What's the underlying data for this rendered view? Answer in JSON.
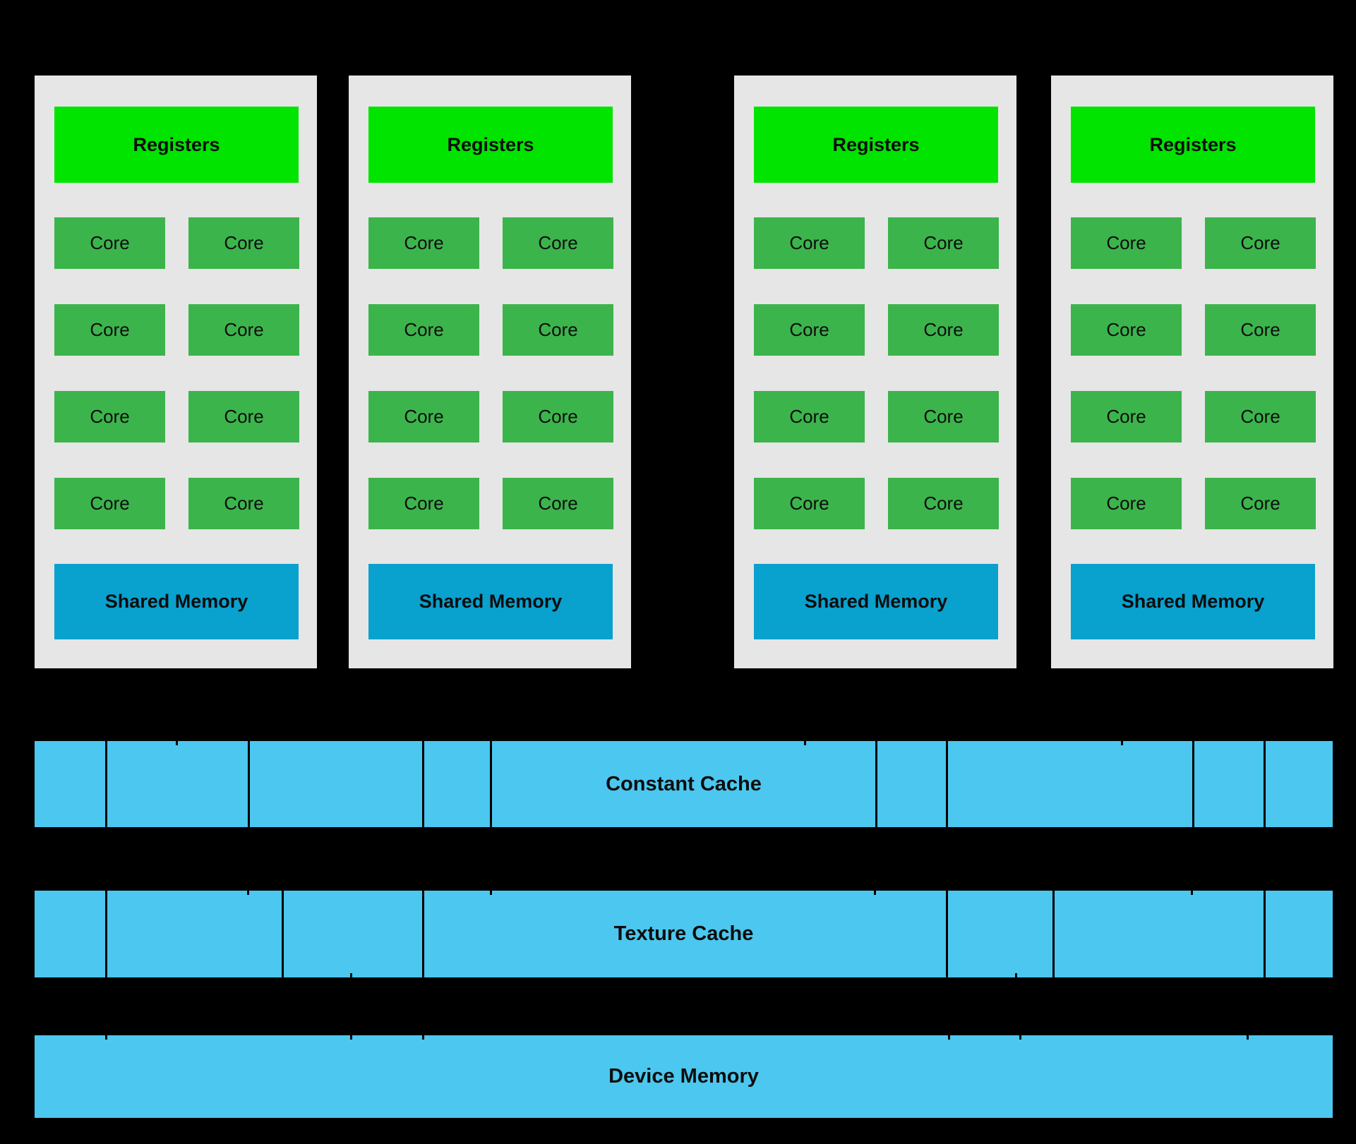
{
  "diagram": {
    "type": "gpu-hardware-architecture",
    "background": "#000000"
  },
  "colors": {
    "bg": "#000000",
    "panel-gray": "#e6e6e6",
    "registers-green": "#00e400",
    "core-green": "#3cb44c",
    "shared-blue": "#09a1ce",
    "cache-blue": "#4cc7ef",
    "line-black": "#000000",
    "text-dark": "#0d0d0d"
  },
  "multiprocessors": [
    {
      "registers_label": "Registers",
      "cores": [
        "Core",
        "Core",
        "Core",
        "Core",
        "Core",
        "Core",
        "Core",
        "Core"
      ],
      "shared_memory_label": "Shared Memory"
    },
    {
      "registers_label": "Registers",
      "cores": [
        "Core",
        "Core",
        "Core",
        "Core",
        "Core",
        "Core",
        "Core",
        "Core"
      ],
      "shared_memory_label": "Shared Memory"
    },
    {
      "registers_label": "Registers",
      "cores": [
        "Core",
        "Core",
        "Core",
        "Core",
        "Core",
        "Core",
        "Core",
        "Core"
      ],
      "shared_memory_label": "Shared Memory"
    },
    {
      "registers_label": "Registers",
      "cores": [
        "Core",
        "Core",
        "Core",
        "Core",
        "Core",
        "Core",
        "Core",
        "Core"
      ],
      "shared_memory_label": "Shared Memory"
    }
  ],
  "memory_bars": [
    {
      "label": "Constant Cache",
      "connector_lines_x": [
        149,
        351,
        598,
        694,
        1240,
        1340,
        1689,
        1790
      ],
      "top_ticks_x": [
        249,
        1139,
        1588
      ],
      "bottom_ticks_x": []
    },
    {
      "label": "Texture Cache",
      "connector_lines_x": [
        149,
        399,
        598,
        1340,
        1491,
        1790
      ],
      "top_ticks_x": [
        350,
        694,
        1238,
        1687
      ],
      "bottom_ticks_x": [
        496,
        1438
      ]
    },
    {
      "label": "Device Memory",
      "connector_lines_x": [],
      "top_ticks_x": [
        149,
        496,
        598,
        1343,
        1444,
        1766
      ],
      "bottom_ticks_x": []
    }
  ]
}
